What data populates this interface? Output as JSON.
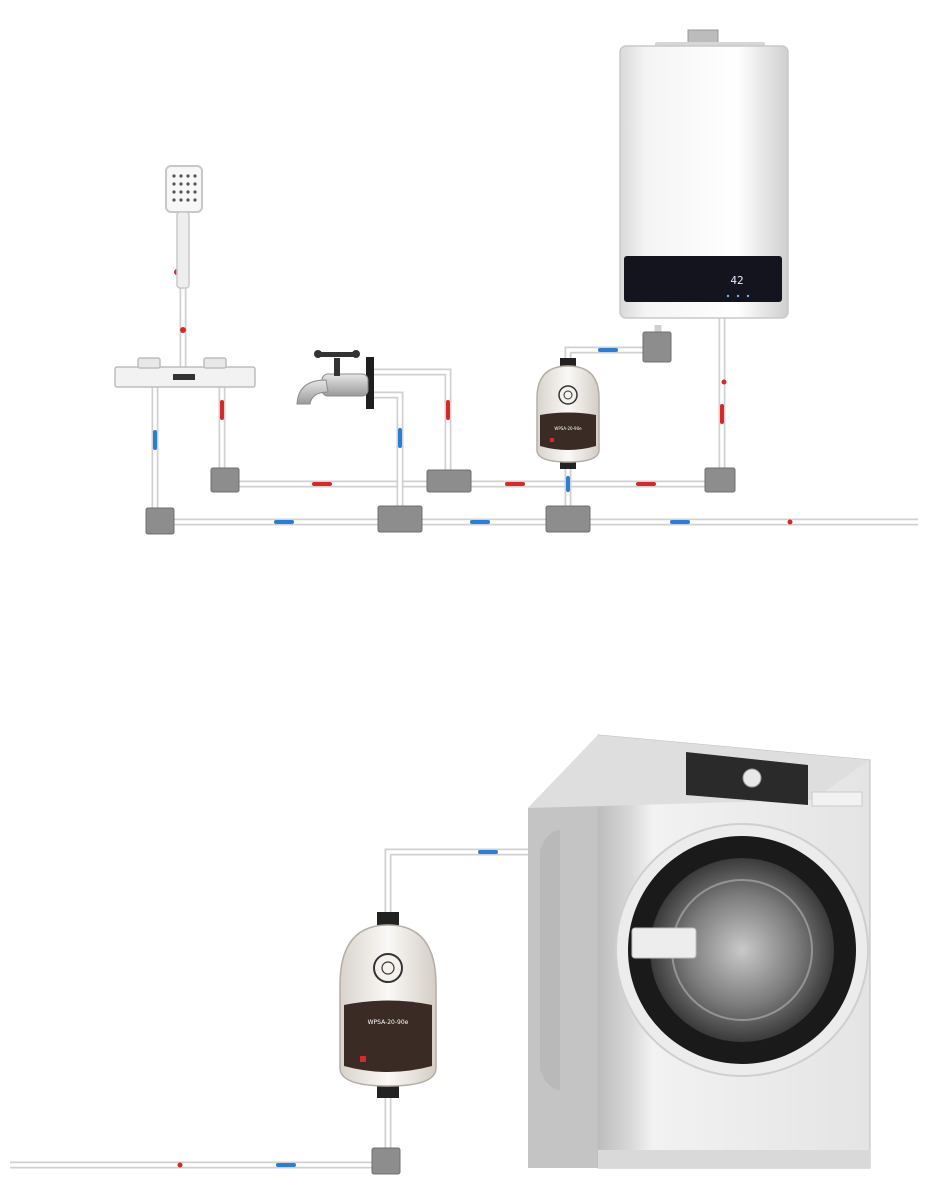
{
  "scene": {
    "top_diagram": "water-heater-plumbing",
    "bottom_diagram": "washing-machine-plumbing"
  },
  "colors": {
    "cold_arrow": "#2a7fd4",
    "hot_arrow": "#d42a2a",
    "pipe": "#d0d0d0",
    "fitting": "#8d8d8d"
  },
  "heater": {
    "display_text": "42"
  },
  "pump_top": {
    "model_text": "WPSA-20-90e"
  },
  "pump_bottom": {
    "model_text": "WPSA-20-90e"
  },
  "icons": [
    "gas-water-heater-icon",
    "shower-head-icon",
    "water-tap-icon",
    "booster-pump-icon",
    "washing-machine-icon"
  ]
}
